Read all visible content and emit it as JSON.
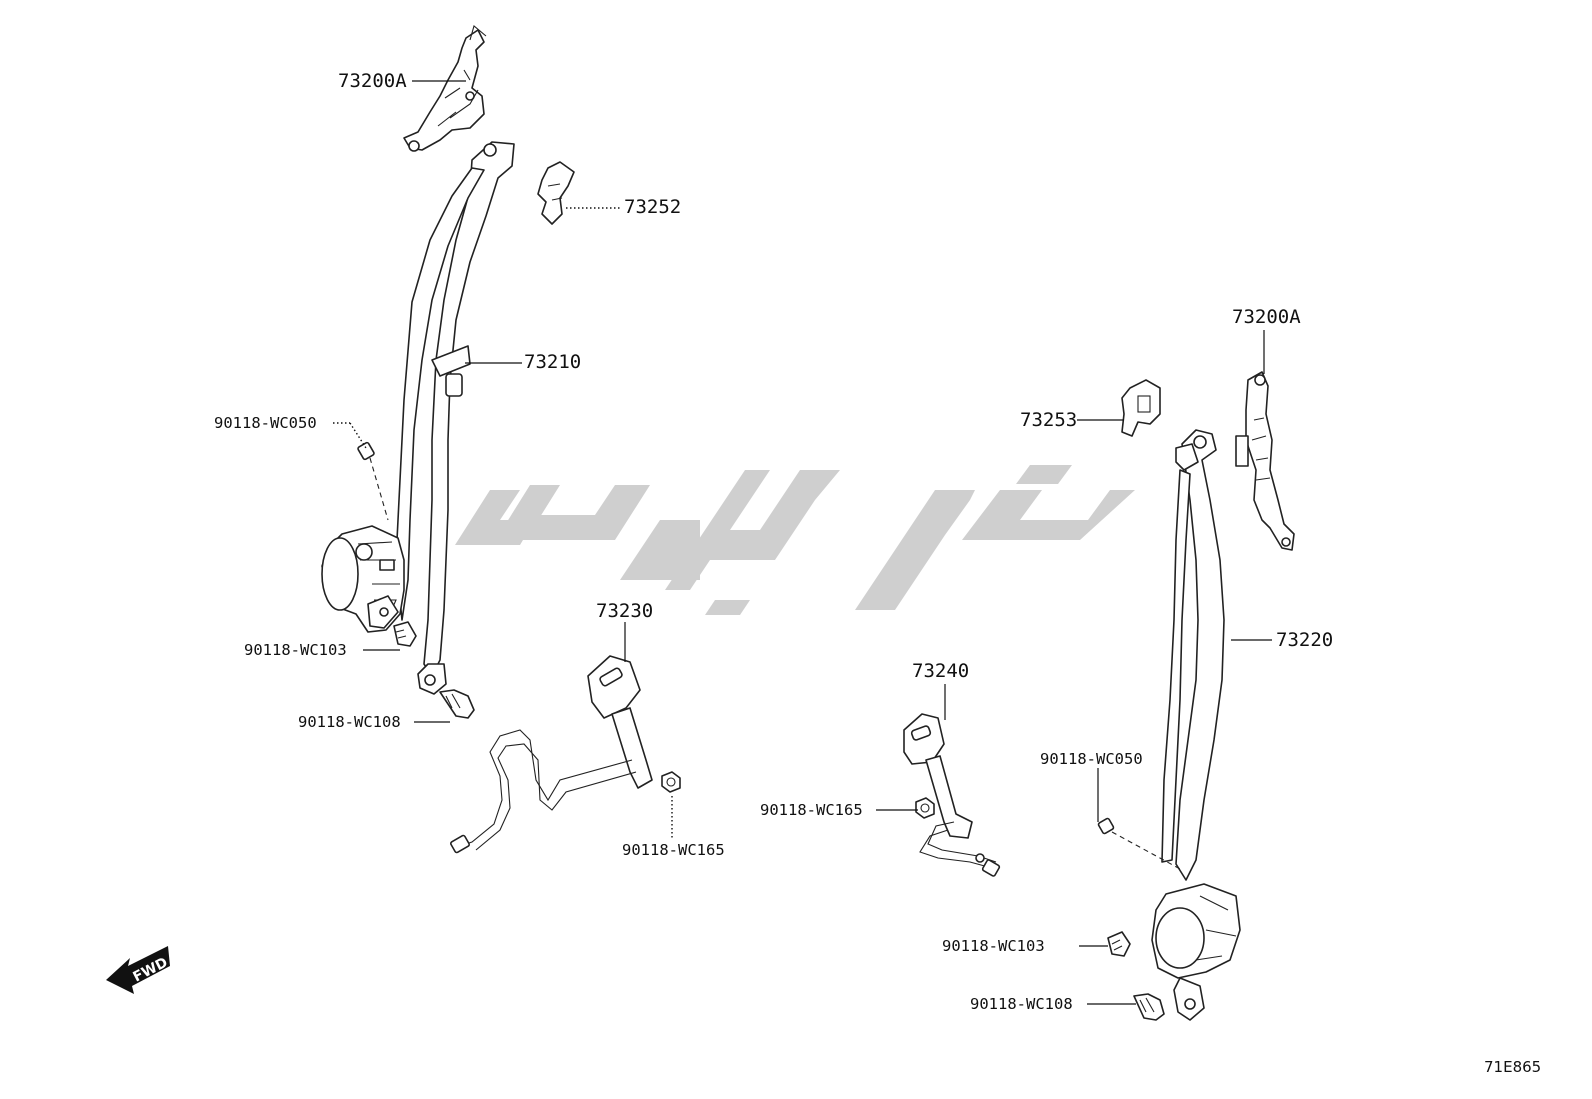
{
  "diagram": {
    "reference_code": "71E865",
    "fwd_label": "FWD",
    "colors": {
      "line": "#111111",
      "watermark": "#cfcfcf",
      "background": "#ffffff"
    },
    "labels": {
      "bracket_left": "73200A",
      "cover_73252": "73252",
      "belt_front_left": "73210",
      "bolt_wc050_left": "90118-WC050",
      "bolt_wc103_left": "90118-WC103",
      "bolt_wc108_left": "90118-WC108",
      "buckle_73230": "73230",
      "nut_wc165_left": "90118-WC165",
      "buckle_73240": "73240",
      "nut_wc165_right": "90118-WC165",
      "bracket_right": "73200A",
      "cover_73253": "73253",
      "belt_front_right": "73220",
      "bolt_wc050_right": "90118-WC050",
      "bolt_wc103_right": "90118-WC103",
      "bolt_wc108_right": "90118-WC108"
    }
  }
}
